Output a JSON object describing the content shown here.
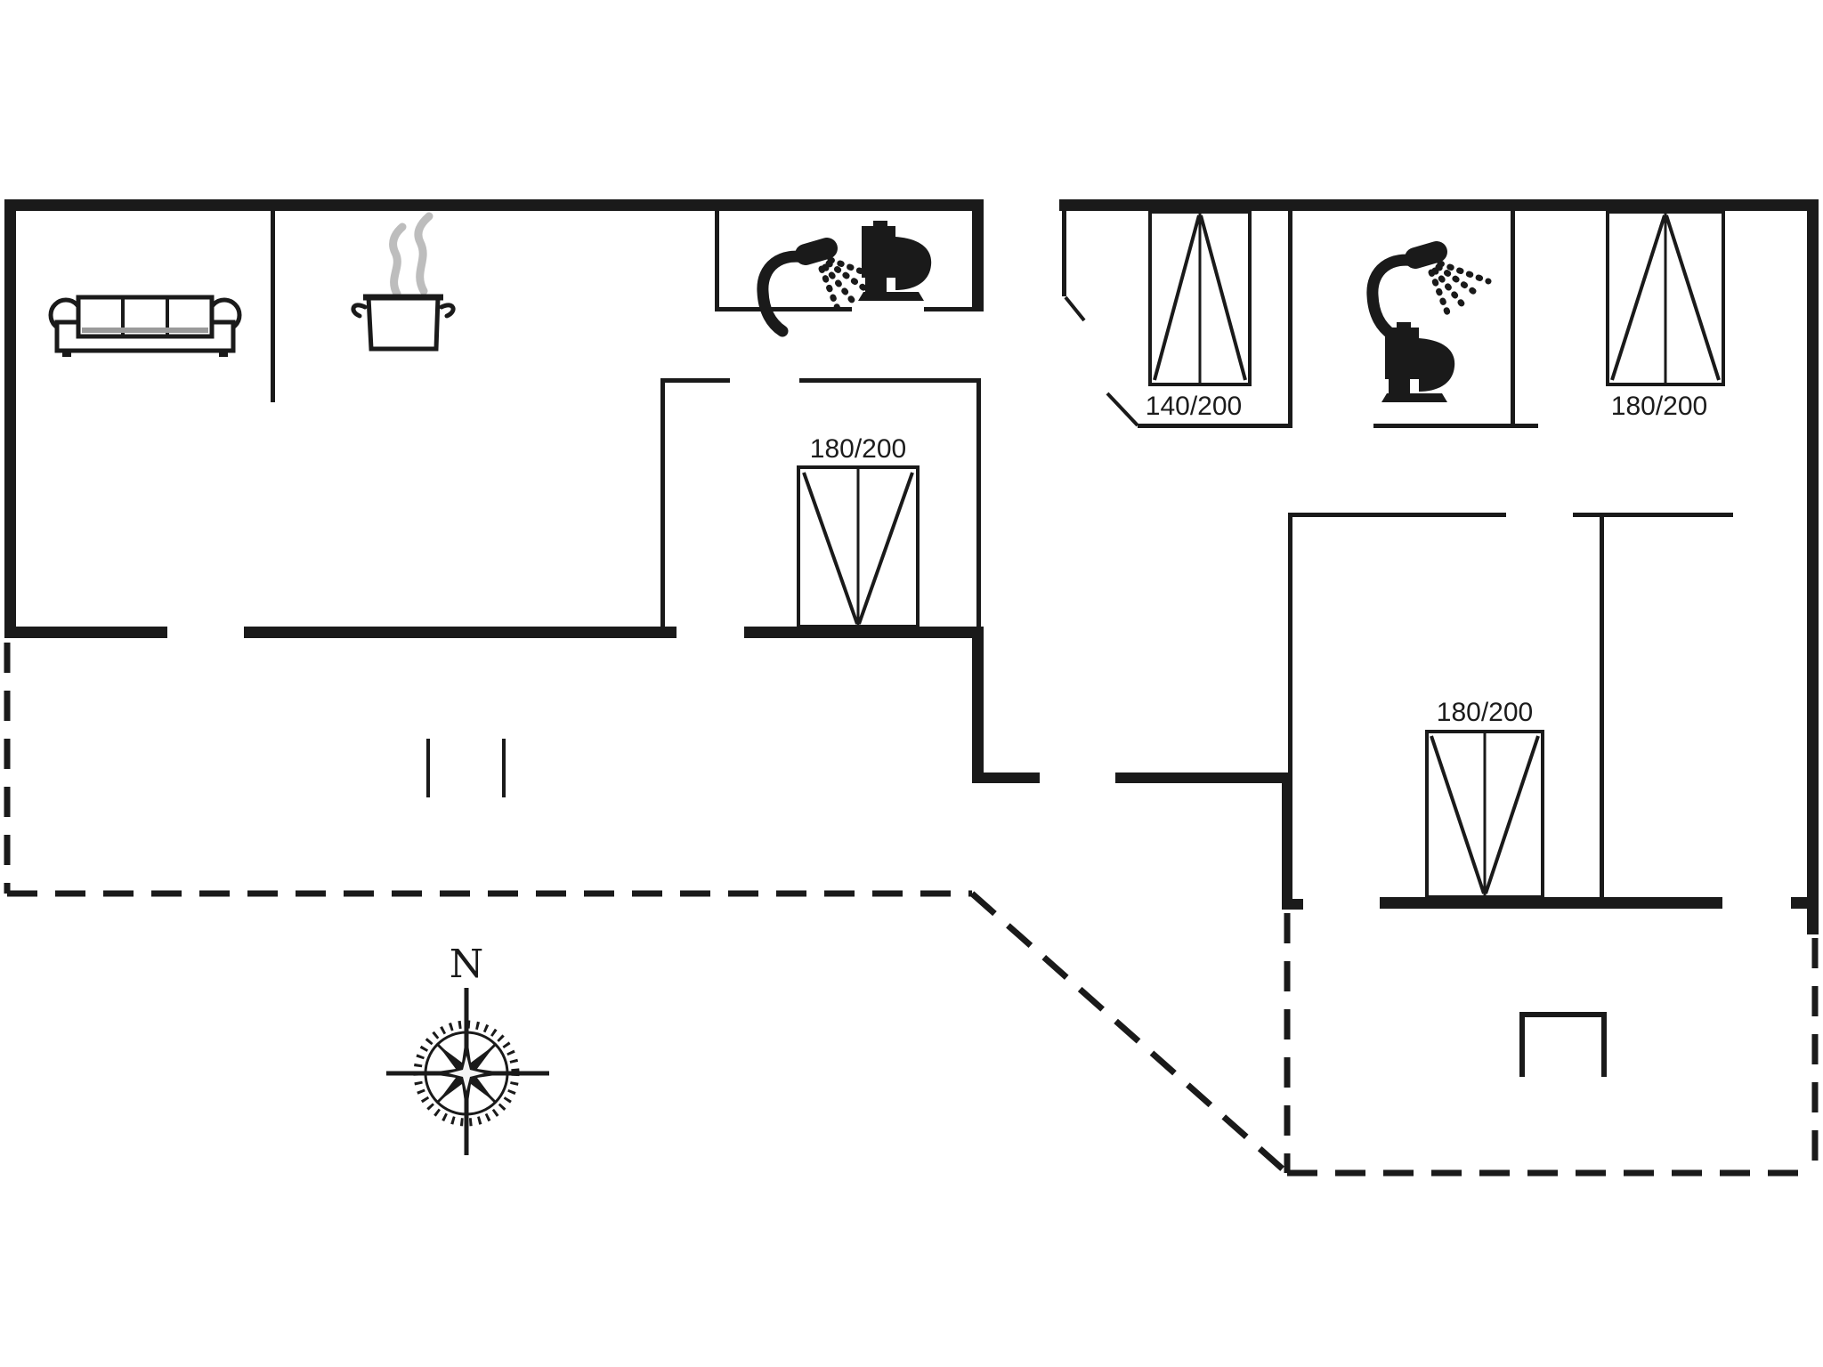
{
  "theme": {
    "bg": "#ffffff",
    "ink": "#1a1a1a",
    "steam": "#bdbdbd",
    "label": "#1c1c1c"
  },
  "compass": {
    "label": "N",
    "meaning": "north-arrow"
  },
  "beds": [
    {
      "room": "bedroom-main-house",
      "label": "180/200"
    },
    {
      "room": "bedroom-annex-west",
      "label": "140/200"
    },
    {
      "room": "bedroom-annex-east",
      "label": "180/200"
    },
    {
      "room": "bedroom-annex-south",
      "label": "180/200"
    }
  ],
  "fixtures": [
    {
      "icon": "sofa-icon",
      "room": "living-room"
    },
    {
      "icon": "cooking-pot-icon",
      "room": "kitchen"
    },
    {
      "icon": "shower-icon",
      "room": "bathroom-1"
    },
    {
      "icon": "toilet-icon",
      "room": "bathroom-1"
    },
    {
      "icon": "shower-icon",
      "room": "bathroom-2"
    },
    {
      "icon": "toilet-icon",
      "room": "bathroom-2"
    },
    {
      "icon": "compass-rose-icon",
      "room": "outside"
    },
    {
      "icon": "terrace-table-icon",
      "room": "terrace"
    }
  ],
  "legend": {
    "solid_lines": "walls",
    "dashed_lines": "terrace / open deck boundary",
    "triangle_rectangles": "beds with size labels"
  }
}
